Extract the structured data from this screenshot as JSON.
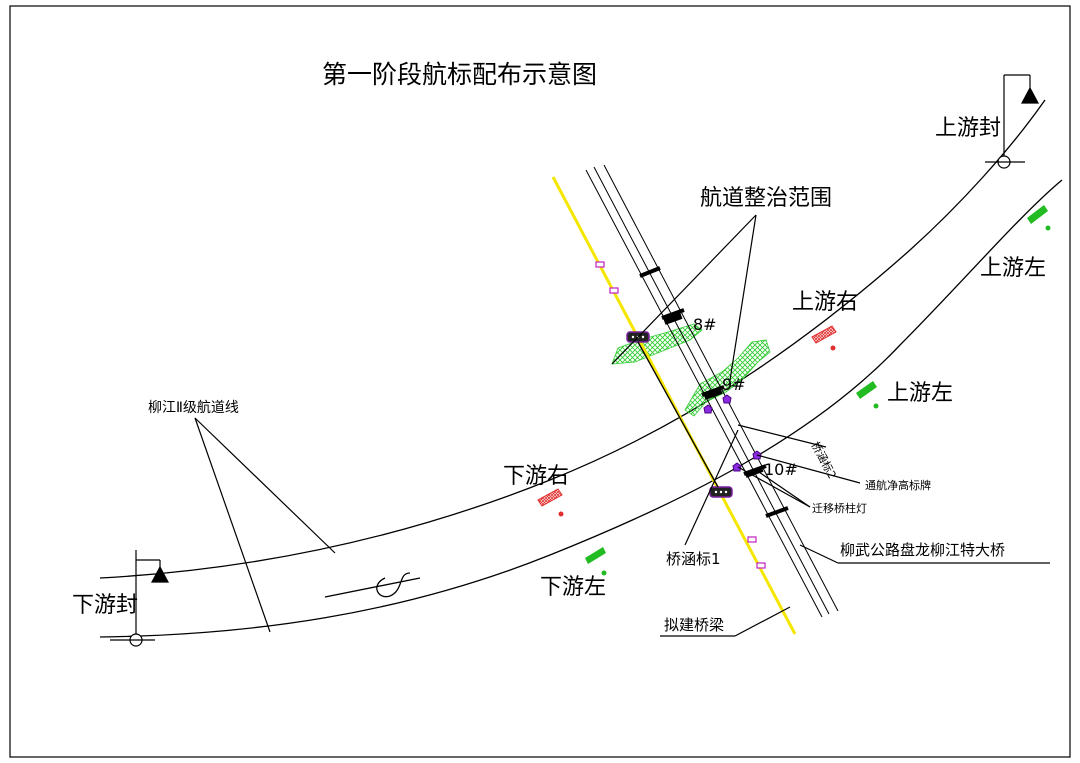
{
  "title": "第一阶段航标配布示意图",
  "labels": {
    "regulation_range": "航道整治范围",
    "waterway_line": "柳江Ⅱ级航道线",
    "upstream_closure": "上游封",
    "downstream_closure": "下游封",
    "upstream_left_top": "上游左",
    "upstream_left": "上游左",
    "upstream_right": "上游右",
    "downstream_right": "下游右",
    "downstream_left": "下游左",
    "pier_8": "8#",
    "pier_9": "9#",
    "pier_10": "10#",
    "bridge_culvert_mark_1": "桥涵标1",
    "bridge_culvert_mark_2": "桥涵标2",
    "clearance_height_sign": "通航净高标牌",
    "relocated_pier_lights": "迁移桥柱灯",
    "existing_bridge": "柳武公路盘龙柳江特大桥",
    "proposed_bridge": "拟建桥梁"
  },
  "colors": {
    "proposed_bridge": "#f5e600",
    "regulation_area": "#33cc33",
    "left_buoy": "#22bb22",
    "right_buoy": "#e03030",
    "bridge_mark": "#7a1fa0",
    "line": "#000000"
  }
}
